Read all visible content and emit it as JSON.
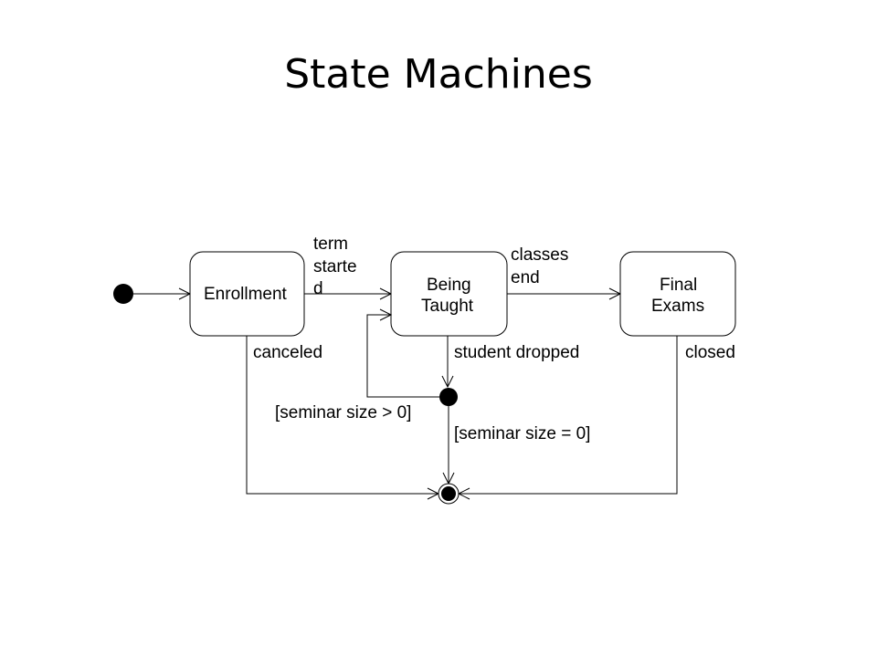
{
  "slide": {
    "title": "State Machines"
  },
  "diagram": {
    "states": {
      "enrollment": "Enrollment",
      "being_taught_line1": "Being",
      "being_taught_line2": "Taught",
      "final_exams_line1": "Final",
      "final_exams_line2": "Exams"
    },
    "transitions": {
      "term_started_line1": "term",
      "term_started_line2": "starte",
      "term_started_line3": "d",
      "classes_end_line1": "classes",
      "classes_end_line2": "end",
      "canceled": "canceled",
      "student_dropped": "student dropped",
      "closed": "closed",
      "guard_size_gt_0": "[seminar size > 0]",
      "guard_size_eq_0": "[seminar size = 0]"
    }
  }
}
